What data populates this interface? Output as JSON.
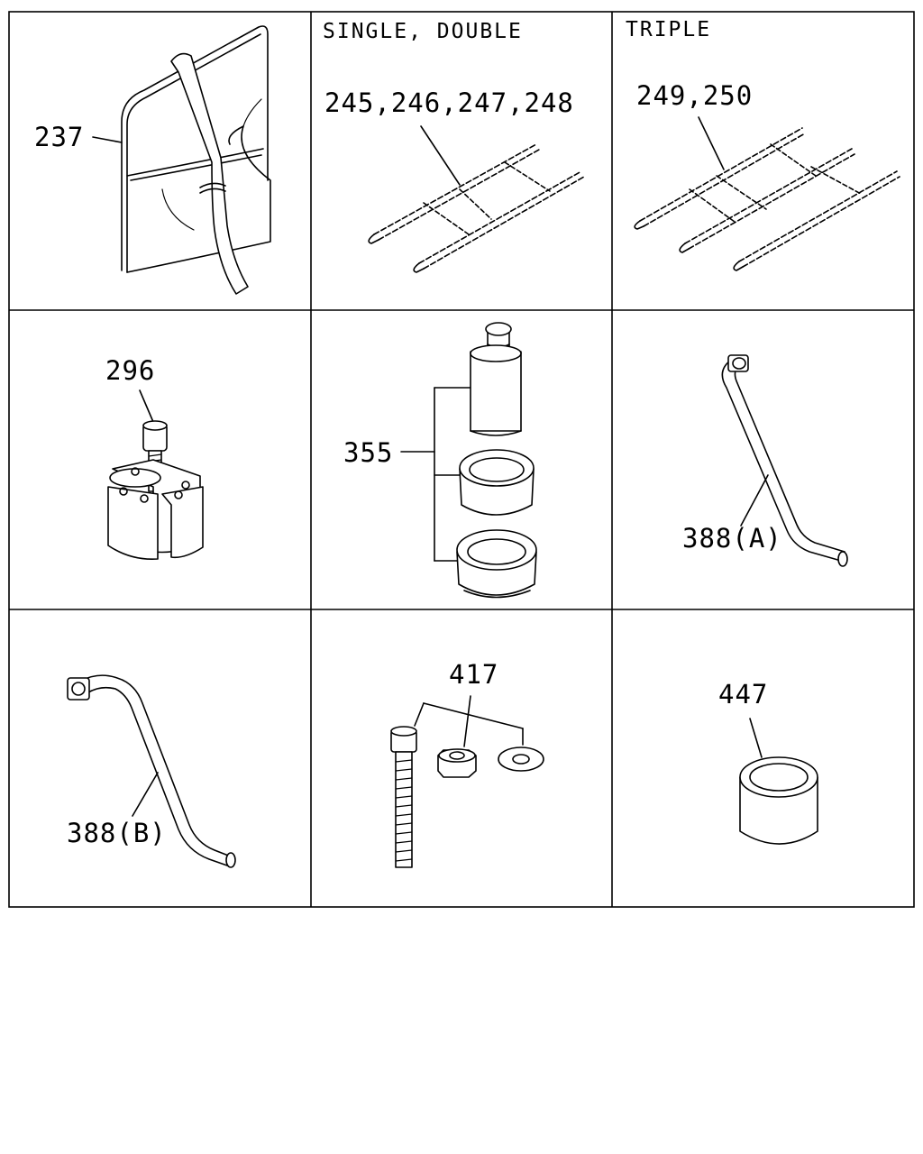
{
  "grid": {
    "rows": 3,
    "cols": 3
  },
  "cells": [
    {
      "id": "bag",
      "label": "237",
      "caption": ""
    },
    {
      "id": "chain-double",
      "label": "245,246,247,248",
      "caption": "SINGLE, DOUBLE"
    },
    {
      "id": "chain-triple",
      "label": "249,250",
      "caption": "TRIPLE"
    },
    {
      "id": "puller",
      "label": "296",
      "caption": ""
    },
    {
      "id": "tool-set",
      "label": "355",
      "caption": ""
    },
    {
      "id": "pipe-a",
      "label": "388(A)",
      "caption": ""
    },
    {
      "id": "pipe-b",
      "label": "388(B)",
      "caption": ""
    },
    {
      "id": "bolt-set",
      "label": "417",
      "caption": ""
    },
    {
      "id": "collar",
      "label": "447",
      "caption": ""
    }
  ]
}
